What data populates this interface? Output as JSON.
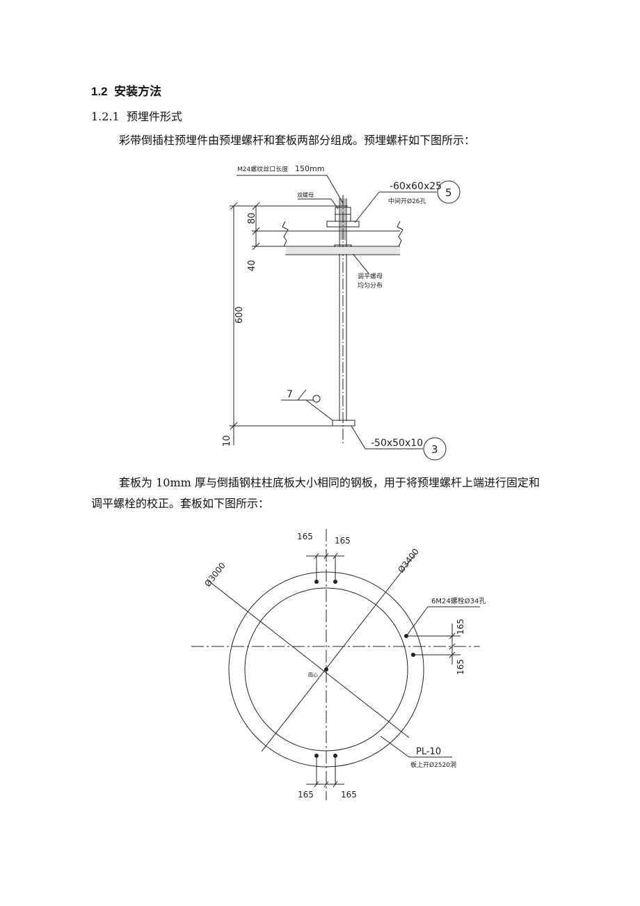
{
  "section": {
    "number": "1.2",
    "title": "安装方法"
  },
  "subsection": {
    "number": "1.2.1",
    "title": "预埋件形式"
  },
  "paragraph1": "彩带倒插柱预埋件由预埋螺杆和套板两部分组成。预埋螺杆如下图所示：",
  "paragraph2": "套板为 10mm 厚与倒插钢柱柱底板大小相同的钢板，用于将预埋螺杆上端进行固定和调平螺栓的校正。套板如下图所示：",
  "figure1": {
    "top_note": "M24螺纹丝口长度",
    "top_note_len": "150mm",
    "double_nut": "双螺母",
    "plate5_spec": "-60x60x25",
    "plate5_hole": "中间开Ø26孔",
    "plate5_id": "5",
    "leveling_nut": "调平螺母",
    "leveling_nut2": "均匀分布",
    "dim_80": "80",
    "dim_40": "40",
    "dim_600": "600",
    "dim_10": "10",
    "weld_symbol": "7",
    "plate3_spec": "-50x50x10",
    "plate3_id": "3"
  },
  "figure2": {
    "dim_top_left": "165",
    "dim_top_right": "165",
    "dim_bottom_left": "165",
    "dim_bottom_right": "165",
    "dim_right_top": "165",
    "dim_right_bottom": "165",
    "outer_dia": "Ø3400",
    "inner_dia": "Ø3000",
    "bolt_holes": "6M24螺栓Ø34孔",
    "center_label": "圆心",
    "plate_spec": "PL-10",
    "plate_hole": "板上开Ø2520洞"
  }
}
